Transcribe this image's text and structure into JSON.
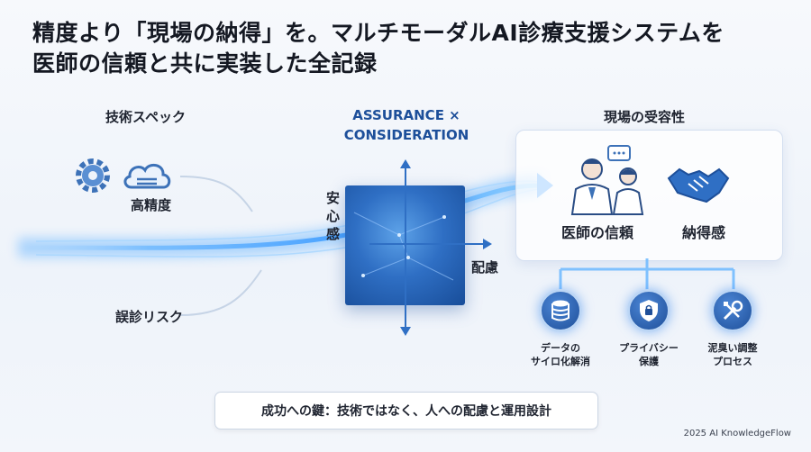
{
  "title": {
    "line1": "精度より「現場の納得」を。マルチモーダルAI診療支援システムを",
    "line2": "医師の信頼と共に実装した全記録"
  },
  "left": {
    "heading": "技術スペック",
    "accuracy": "高精度",
    "risk": "誤診リスク",
    "icons": [
      "gear-icon",
      "cloud-icon"
    ]
  },
  "center": {
    "heading_line1": "ASSURANCE ×",
    "heading_line2": "CONSIDERATION",
    "axis_y": "安心感",
    "axis_x": "配慮"
  },
  "right": {
    "heading": "現場の受容性",
    "trust": "医師の信頼",
    "satisfaction": "納得感",
    "icons": [
      "doctors-icon",
      "handshake-icon"
    ],
    "challenges": [
      {
        "line1": "データの",
        "line2": "サイロ化解消",
        "icon": "database-icon"
      },
      {
        "line1": "プライバシー",
        "line2": "保護",
        "icon": "shield-lock-icon"
      },
      {
        "line1": "泥臭い調整",
        "line2": "プロセス",
        "icon": "tools-icon"
      }
    ]
  },
  "key_message": "成功への鍵：技術ではなく、人への配慮と運用設計",
  "footer": "2025 AI KnowledgeFlow",
  "colors": {
    "accent": "#1d4f9a",
    "glow": "#4aa8ff",
    "matrix": "#2f6fc4"
  }
}
